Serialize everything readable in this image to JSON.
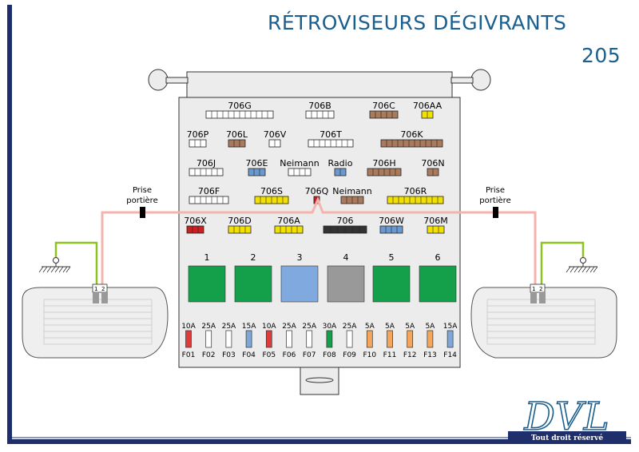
{
  "title": "RÉTROVISEURS DÉGIVRANTS",
  "subtitle": "205",
  "logo_text": "DVL",
  "copyright": "Tout droit réservé",
  "prise_left": [
    "Prise",
    "portière"
  ],
  "prise_right": [
    "Prise",
    "portière"
  ],
  "mirror_pins": [
    "1",
    "2"
  ],
  "connectors": [
    {
      "id": "706G",
      "label": "706G",
      "color": "#ffffff"
    },
    {
      "id": "706B",
      "label": "706B",
      "color": "#ffffff"
    },
    {
      "id": "706C",
      "label": "706C",
      "color": "#a97a5c"
    },
    {
      "id": "706AA",
      "label": "706AA",
      "color": "#f2e100"
    },
    {
      "id": "706P",
      "label": "706P",
      "color": "#ffffff"
    },
    {
      "id": "706L",
      "label": "706L",
      "color": "#a97a5c"
    },
    {
      "id": "706V",
      "label": "706V",
      "color": "#ffffff"
    },
    {
      "id": "706T",
      "label": "706T",
      "color": "#ffffff"
    },
    {
      "id": "706K",
      "label": "706K",
      "color": "#a97a5c"
    },
    {
      "id": "706J",
      "label": "706J",
      "color": "#ffffff"
    },
    {
      "id": "706E",
      "label": "706E",
      "color": "#6a99cf"
    },
    {
      "id": "neimann1",
      "label": "Neimann",
      "color": "#ffffff"
    },
    {
      "id": "radio",
      "label": "Radio",
      "color": "#6a99cf"
    },
    {
      "id": "706H",
      "label": "706H",
      "color": "#a97a5c"
    },
    {
      "id": "706N",
      "label": "706N",
      "color": "#a97a5c"
    },
    {
      "id": "706F",
      "label": "706F",
      "color": "#ffffff"
    },
    {
      "id": "706S",
      "label": "706S",
      "color": "#f2e100"
    },
    {
      "id": "706Q",
      "label": "706Q",
      "color": "#cc2020"
    },
    {
      "id": "neimann2",
      "label": "Neimann",
      "color": "#a97a5c"
    },
    {
      "id": "706R",
      "label": "706R",
      "color": "#f2e100"
    },
    {
      "id": "706X",
      "label": "706X",
      "color": "#cc2020"
    },
    {
      "id": "706D",
      "label": "706D",
      "color": "#f2e100"
    },
    {
      "id": "706A",
      "label": "706A",
      "color": "#f2e100"
    },
    {
      "id": "706",
      "label": "706",
      "color": "#333333"
    },
    {
      "id": "706W",
      "label": "706W",
      "color": "#6a99cf"
    },
    {
      "id": "706M",
      "label": "706M",
      "color": "#f2e100"
    }
  ],
  "relays": [
    {
      "label": "1",
      "color": "#14a04a"
    },
    {
      "label": "2",
      "color": "#14a04a"
    },
    {
      "label": "3",
      "color": "#80aadf"
    },
    {
      "label": "4",
      "color": "#999999"
    },
    {
      "label": "5",
      "color": "#14a04a"
    },
    {
      "label": "6",
      "color": "#14a04a"
    }
  ],
  "fuses": [
    {
      "rating": "10A",
      "name": "F01",
      "color": "#e03a3a"
    },
    {
      "rating": "25A",
      "name": "F02",
      "color": "#ffffff"
    },
    {
      "rating": "25A",
      "name": "F03",
      "color": "#ffffff"
    },
    {
      "rating": "15A",
      "name": "F04",
      "color": "#7fa7d6"
    },
    {
      "rating": "10A",
      "name": "F05",
      "color": "#e03a3a"
    },
    {
      "rating": "25A",
      "name": "F06",
      "color": "#ffffff"
    },
    {
      "rating": "25A",
      "name": "F07",
      "color": "#ffffff"
    },
    {
      "rating": "30A",
      "name": "F08",
      "color": "#14a04a"
    },
    {
      "rating": "25A",
      "name": "F09",
      "color": "#ffffff"
    },
    {
      "rating": "5A",
      "name": "F10",
      "color": "#f5a65b"
    },
    {
      "rating": "5A",
      "name": "F11",
      "color": "#f5a65b"
    },
    {
      "rating": "5A",
      "name": "F12",
      "color": "#f5a65b"
    },
    {
      "rating": "5A",
      "name": "F13",
      "color": "#f5a65b"
    },
    {
      "rating": "15A",
      "name": "F14",
      "color": "#7fa7d6"
    }
  ],
  "colors": {
    "frame": "#1e2f6b",
    "wire_pink": "#f6b3ad",
    "wire_green": "#8dc21f",
    "title": "#1b5f8e"
  }
}
